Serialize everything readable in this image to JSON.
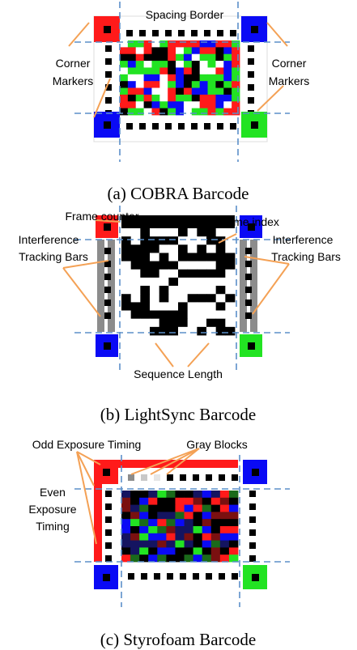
{
  "colors": {
    "red": "#ff1a1a",
    "blue": "#0a0af5",
    "green": "#22e322",
    "black": "#000000",
    "gray": "#8c8c8c",
    "light_gray": "#c8c8c8",
    "orange": "#f4a155",
    "dash_blue": "#5b8fc9",
    "navy": "#141460",
    "dark_green": "#1a6a1a",
    "dark_red": "#7a1010"
  },
  "panel_a": {
    "caption": "(a) COBRA Barcode",
    "labels": {
      "spacing_border": "Spacing Border",
      "corner_markers_left": [
        "Corner",
        "Markers"
      ],
      "corner_markers_right": [
        "Corner",
        "Markers"
      ]
    }
  },
  "panel_b": {
    "caption": "(b) LightSync Barcode",
    "labels": {
      "frame_counter": "Frame counter",
      "frame_index": "Frame index",
      "interference_left": [
        "Interference",
        "Tracking Bars"
      ],
      "interference_right": [
        "Interference",
        "Tracking Bars"
      ],
      "sequence_length": "Sequence Length"
    }
  },
  "panel_c": {
    "caption": "(c) Styrofoam Barcode",
    "labels": {
      "odd_exposure": "Odd Exposure Timing",
      "gray_blocks": "Gray Blocks",
      "even_exposure": [
        "Even",
        "Exposure",
        "Timing"
      ]
    }
  }
}
